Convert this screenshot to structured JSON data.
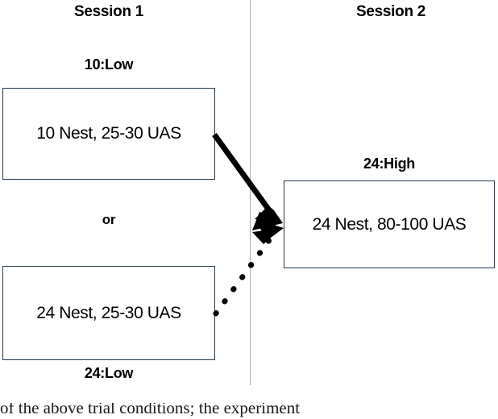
{
  "figure": {
    "title": "Experimental condition flow diagram",
    "background_color": "#ffffff",
    "box_border_color": "#23374d",
    "divider_color": "#a6a6a6",
    "arrow_color": "#000000"
  },
  "headers": {
    "session_1": "Session 1",
    "session_2": "Session 2"
  },
  "session_1": {
    "condition_a": {
      "label": "10:Low",
      "box_text": "10 Nest, 25-30 UAS"
    },
    "connector_label": "or",
    "condition_b": {
      "label": "24:Low",
      "box_text": "24 Nest, 25-30 UAS"
    }
  },
  "session_2": {
    "condition": {
      "label": "24:High",
      "box_text": "24 Nest, 80-100 UAS"
    }
  },
  "arrows": [
    {
      "name": "solid-arrow",
      "style": "solid",
      "from": "10 Nest, 25-30 UAS",
      "to": "24 Nest, 80-100 UAS"
    },
    {
      "name": "dotted-arrow",
      "style": "dotted",
      "from": "24 Nest, 25-30 UAS",
      "to": "24 Nest, 80-100 UAS"
    }
  ],
  "caption": {
    "clipped_line": "of the above trial conditions; the experiment"
  }
}
